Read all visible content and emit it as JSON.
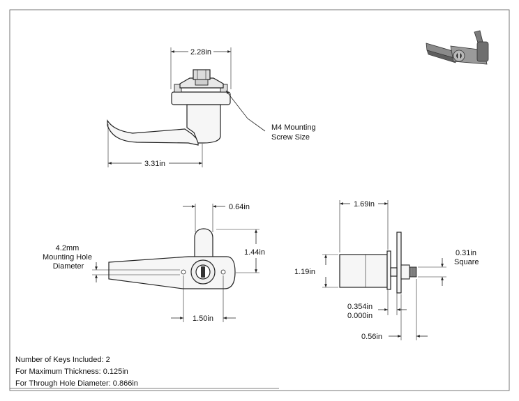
{
  "dimensions": {
    "width_228": "2.28in",
    "length_331": "3.31in",
    "screw_note_l1": "M4 Mounting",
    "screw_note_l2": "Screw Size",
    "width_064": "0.64in",
    "height_144": "1.44in",
    "hole_note_l1": "4.2mm",
    "hole_note_l2": "Mounting Hole",
    "hole_note_l3": "Diameter",
    "spacing_150": "1.50in",
    "depth_169": "1.69in",
    "height_119": "1.19in",
    "square_l1": "0.31in",
    "square_l2": "Square",
    "thick_max": "0.354in",
    "thick_min": "0.000in",
    "shaft_056": "0.56in"
  },
  "notes": {
    "keys": "Number of Keys Included: 2",
    "max_thickness": "For Maximum Thickness: 0.125in",
    "through_hole": "For Through Hole Diameter: 0.866in"
  },
  "colors": {
    "part_fill": "#f6f6f6",
    "part_dark": "#7d7d7d",
    "line": "#222222"
  },
  "icons": [
    "lock-key-cylinder-icon",
    "screw-icon",
    "cam-latch-handle-icon"
  ]
}
